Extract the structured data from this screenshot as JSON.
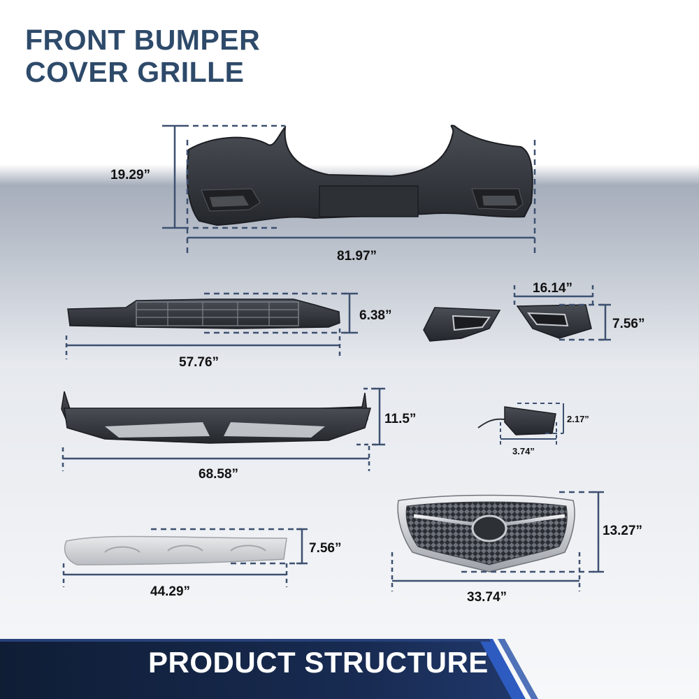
{
  "title": {
    "line1": "FRONT BUMPER",
    "line2": "COVER GRILLE"
  },
  "dimensions": {
    "bumper_height": "19.29”",
    "bumper_width": "81.97”",
    "lower_grille_height": "6.38”",
    "lower_grille_width": "57.76”",
    "fog_cover_width": "16.14”",
    "fog_cover_height": "7.56”",
    "valance_height": "11.5”",
    "valance_width": "68.58”",
    "tow_cover_height": "2.17”",
    "tow_cover_width": "3.74”",
    "skid_plate_height": "7.56”",
    "skid_plate_width": "44.29”",
    "grille_height": "13.27”",
    "grille_width": "33.74”"
  },
  "banner": {
    "label": "PRODUCT STRUCTURE"
  },
  "colors": {
    "title": "#2e4a6a",
    "dim_line": "#3d5070",
    "banner_dark": "#14233f",
    "banner_mid": "#2a4fa0",
    "part_black": "#2b2e33",
    "chrome": "#c9ccd0"
  }
}
